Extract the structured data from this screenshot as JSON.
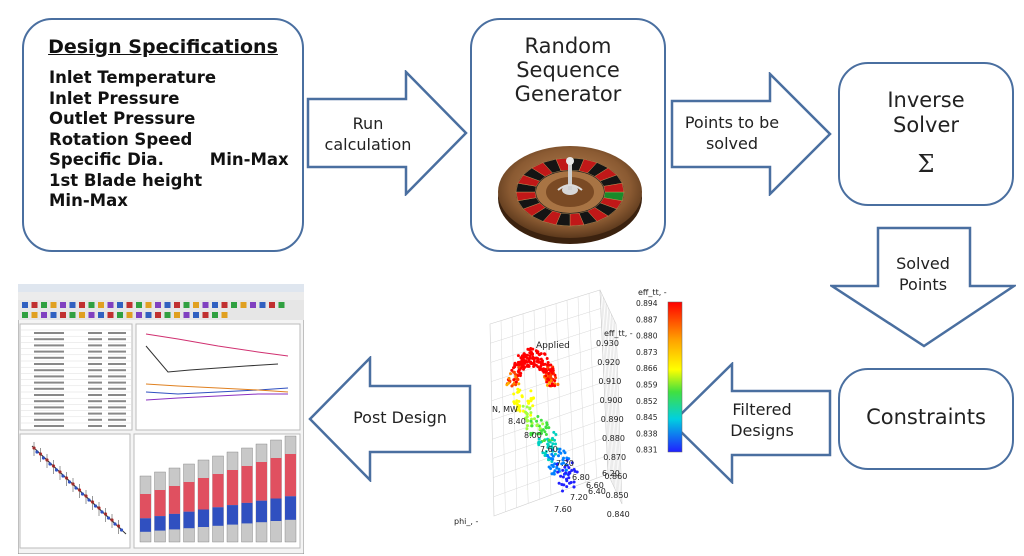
{
  "design_box": {
    "title": "Design Specifications",
    "items": [
      "Inlet Temperature",
      "Inlet Pressure",
      "Outlet Pressure",
      "Rotation Speed",
      "Specific Dia.        Min-Max",
      "1st Blade height   Min-Max"
    ]
  },
  "rsg_box": {
    "title": "Random Sequence Generator",
    "image": "roulette-wheel"
  },
  "inverse_box": {
    "title": "Inverse Solver",
    "symbol": "Σ"
  },
  "constraints_box": {
    "title": "Constraints"
  },
  "arrows": {
    "run": "Run calculation",
    "points": "Points to be solved",
    "solved": "Solved Points",
    "filtered": "Filtered Designs",
    "post": "Post Design"
  },
  "plot3d": {
    "label_applied": "Applied",
    "z_axis": "eff_tt, -",
    "x_axis": "N, MW",
    "y_axis": "phi_, -",
    "colorbar_title": "eff_tt, -",
    "colorbar_ticks": [
      "0.894",
      "0.887",
      "0.880",
      "0.873",
      "0.866",
      "0.859",
      "0.852",
      "0.845",
      "0.838",
      "0.831"
    ],
    "z_ticks": [
      "0.930",
      "0.920",
      "0.910",
      "0.900",
      "0.890",
      "0.880",
      "0.870",
      "0.860",
      "0.850",
      "0.840"
    ],
    "x_ticks": [
      "8.40",
      "8.00",
      "7.60",
      "7.20",
      "6.80",
      "6.40"
    ],
    "y_ticks": [
      "7.60",
      "7.20",
      "6.60",
      "6.20"
    ]
  },
  "software_screenshot": {
    "image": "post-design-software"
  },
  "colors": {
    "border": "#4a6fa0",
    "arrow_fill": "#ffffff"
  }
}
